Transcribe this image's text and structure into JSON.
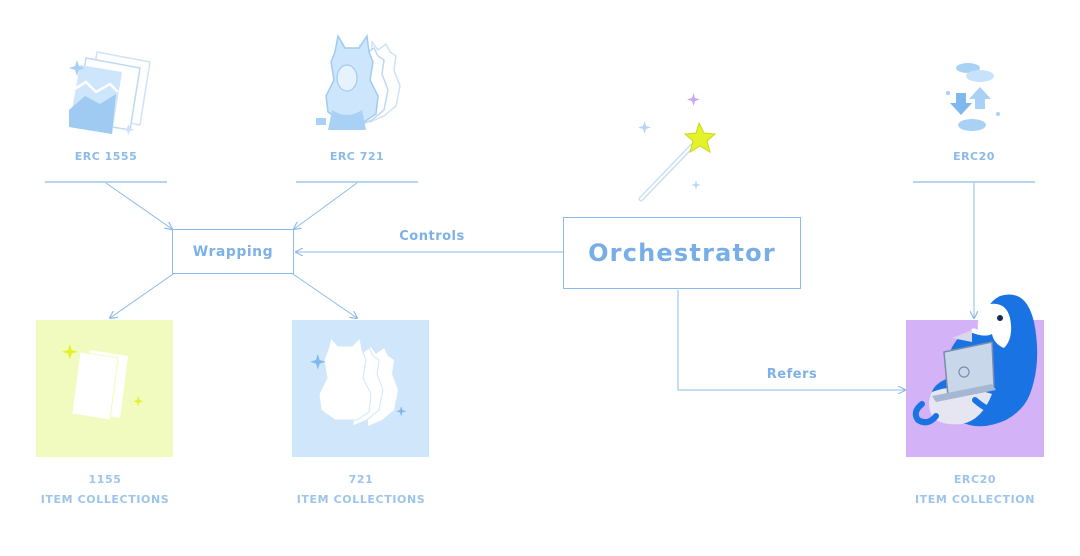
{
  "sources": {
    "erc1555": "ERC 1555",
    "erc721": "ERC 721",
    "erc20": "ERC20"
  },
  "nodes": {
    "wrapping": "Wrapping",
    "orchestrator": "Orchestrator"
  },
  "edges": {
    "controls": "Controls",
    "refers": "Refers"
  },
  "collections": {
    "c1155": {
      "number": "1155",
      "label": "ITEM COLLECTIONS"
    },
    "c721": {
      "number": "721",
      "label": "ITEM COLLECTIONS"
    },
    "erc20": {
      "number": "ERC20",
      "label": "ITEM COLLECTION"
    }
  },
  "colors": {
    "line": "#8cbbea",
    "text": "#7fb3e6",
    "yellow_tile": "#f2fbbf",
    "blue_tile": "#cfe6fb",
    "purple_tile": "#d4b2f7",
    "star": "#e4f22a"
  },
  "icons": [
    "paintings-icon",
    "nft-statue-icon",
    "magic-wand-icon",
    "coins-swap-icon",
    "penguin-laptop-icon"
  ]
}
